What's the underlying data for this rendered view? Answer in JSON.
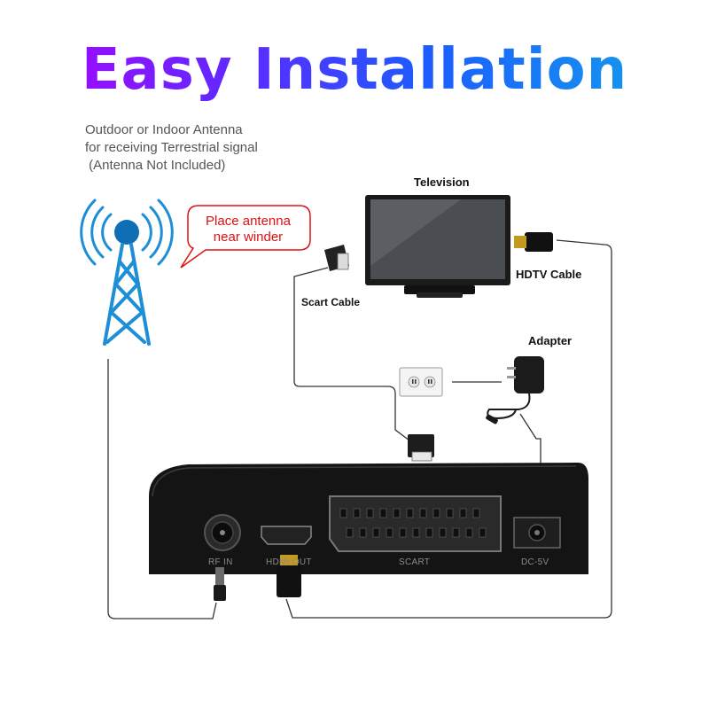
{
  "title": "Easy Installation",
  "antenna_note": {
    "line1": "Outdoor or Indoor Antenna",
    "line2": "for receiving Terrestrial signal",
    "line3": " (Antenna Not Included)"
  },
  "callout": {
    "line1": "Place antenna",
    "line2": "near winder"
  },
  "labels": {
    "television": "Television",
    "hdtv_cable": "HDTV Cable",
    "scart_cable": "Scart Cable",
    "adapter": "Adapter"
  },
  "ports": {
    "rf_in": "RF IN",
    "hdmi_out": "HDMI OUT",
    "scart": "SCART",
    "dc": "DC-5V"
  },
  "colors": {
    "title_gradient_start": "#b300ff",
    "title_gradient_end": "#12a8e6",
    "antenna_blue": "#1e8fd6",
    "callout_red": "#e01010",
    "device_body": "#141414"
  },
  "icons": [
    "antenna-tower-icon",
    "television-icon",
    "hdmi-plug-icon",
    "scart-plug-icon",
    "power-adapter-icon",
    "wall-outlet-icon"
  ]
}
